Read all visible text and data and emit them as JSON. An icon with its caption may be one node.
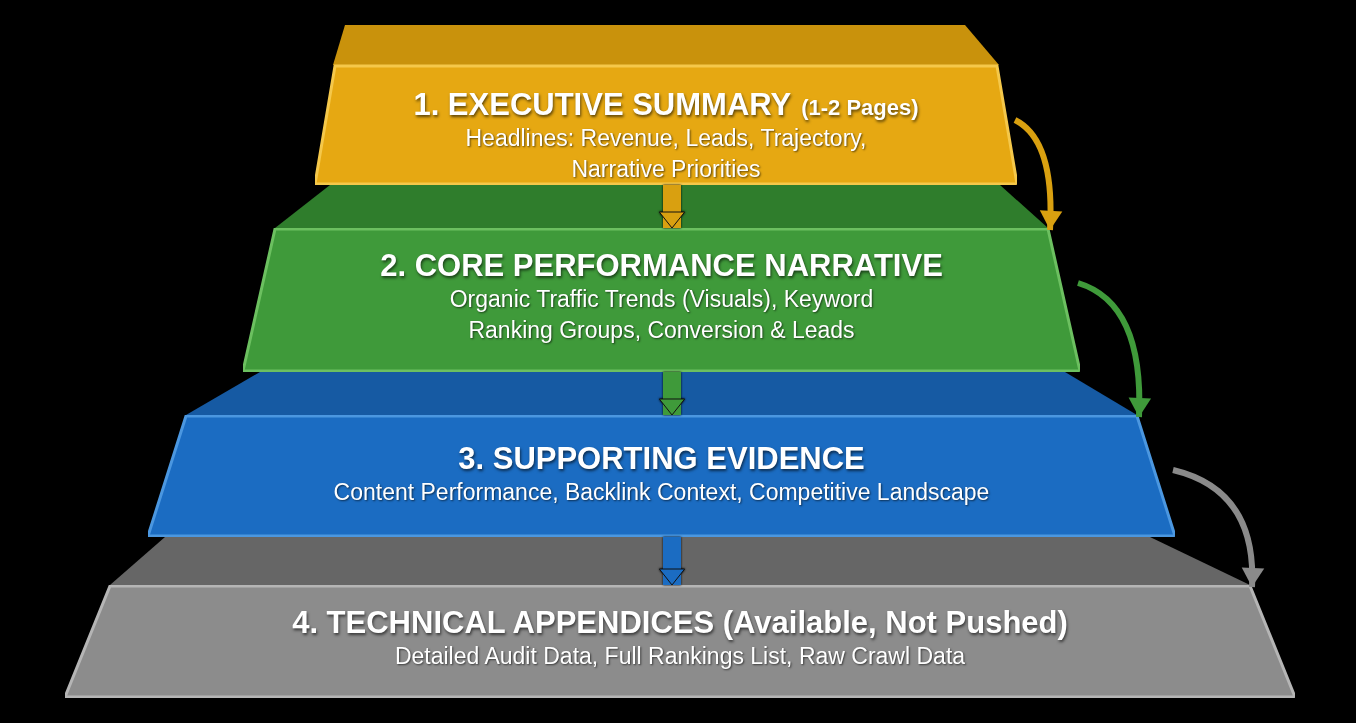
{
  "diagram": {
    "nodes": [
      {
        "text": [
          "1. EXECUTIVE SUMMARY",
          "(1-2 Pages)",
          "Headlines: Revenue, Leads, Trajectory, Narrative Priorities"
        ]
      },
      {
        "text": [
          "2. CORE PERFORMANCE NARRATIVE",
          "Organic Traffic Trends (Visuals), Keyword Ranking Groups, Conversion & Leads"
        ]
      },
      {
        "text": [
          "3. SUPPORTING EVIDENCE",
          "Content Performance, Backlink Context, Competitive Landscape"
        ]
      },
      {
        "text": [
          "4. TECHNICAL APPENDICES (Available, Not Pushed)",
          "Detailed Audit Data, Full Rankings List, Raw Crawl Data"
        ]
      }
    ],
    "edges": [
      {
        "from": 0,
        "to": 1,
        "arrow": "to",
        "style": "thick",
        "color": "#d9a010"
      },
      {
        "from": 1,
        "to": 2,
        "arrow": "to",
        "style": "thick",
        "color": "#3f9a3a"
      },
      {
        "from": 2,
        "to": 3,
        "arrow": "to",
        "style": "thick",
        "color": "#1b6cc2"
      },
      {
        "from": 0,
        "to": 1,
        "arrow": "to",
        "color": "#d9a010"
      },
      {
        "from": 1,
        "to": 2,
        "arrow": "to",
        "color": "#3f9a3a"
      },
      {
        "from": 2,
        "to": 3,
        "arrow": "to",
        "color": "#8a8a8a"
      }
    ]
  }
}
